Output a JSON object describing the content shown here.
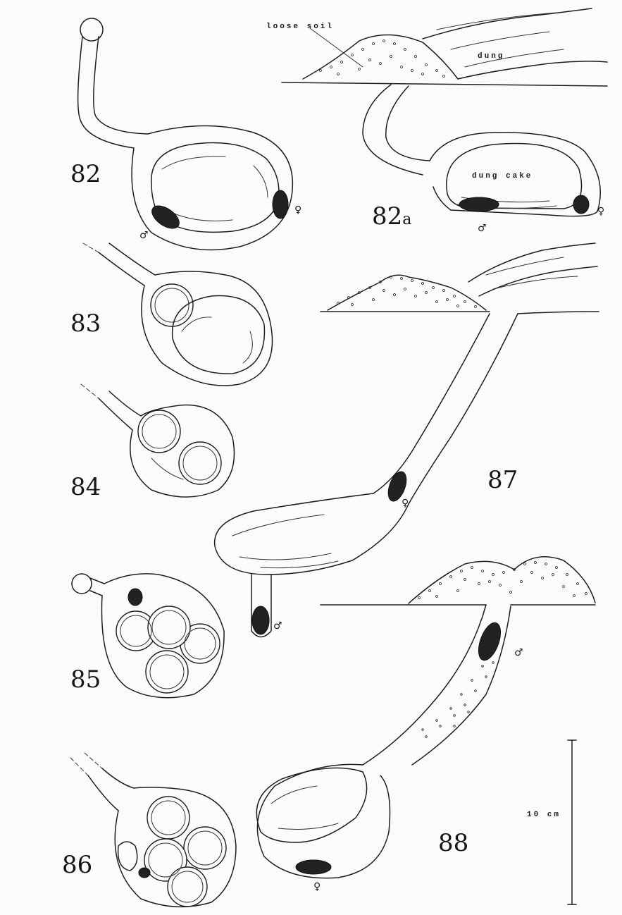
{
  "figures": {
    "f82": "82",
    "f82a_num": "82",
    "f82a_sub": "a",
    "f83": "83",
    "f84": "84",
    "f85": "85",
    "f86": "86",
    "f87": "87",
    "f88": "88"
  },
  "annotations": {
    "loose_soil": "loose soil",
    "dung": "dung",
    "dung_cake": "dung   cake",
    "scale": "10 cm"
  },
  "sex_symbols": {
    "male": "♂",
    "female": "♀"
  },
  "colors": {
    "ink": "#1e1e1e",
    "paper": "#fbfbf9"
  }
}
